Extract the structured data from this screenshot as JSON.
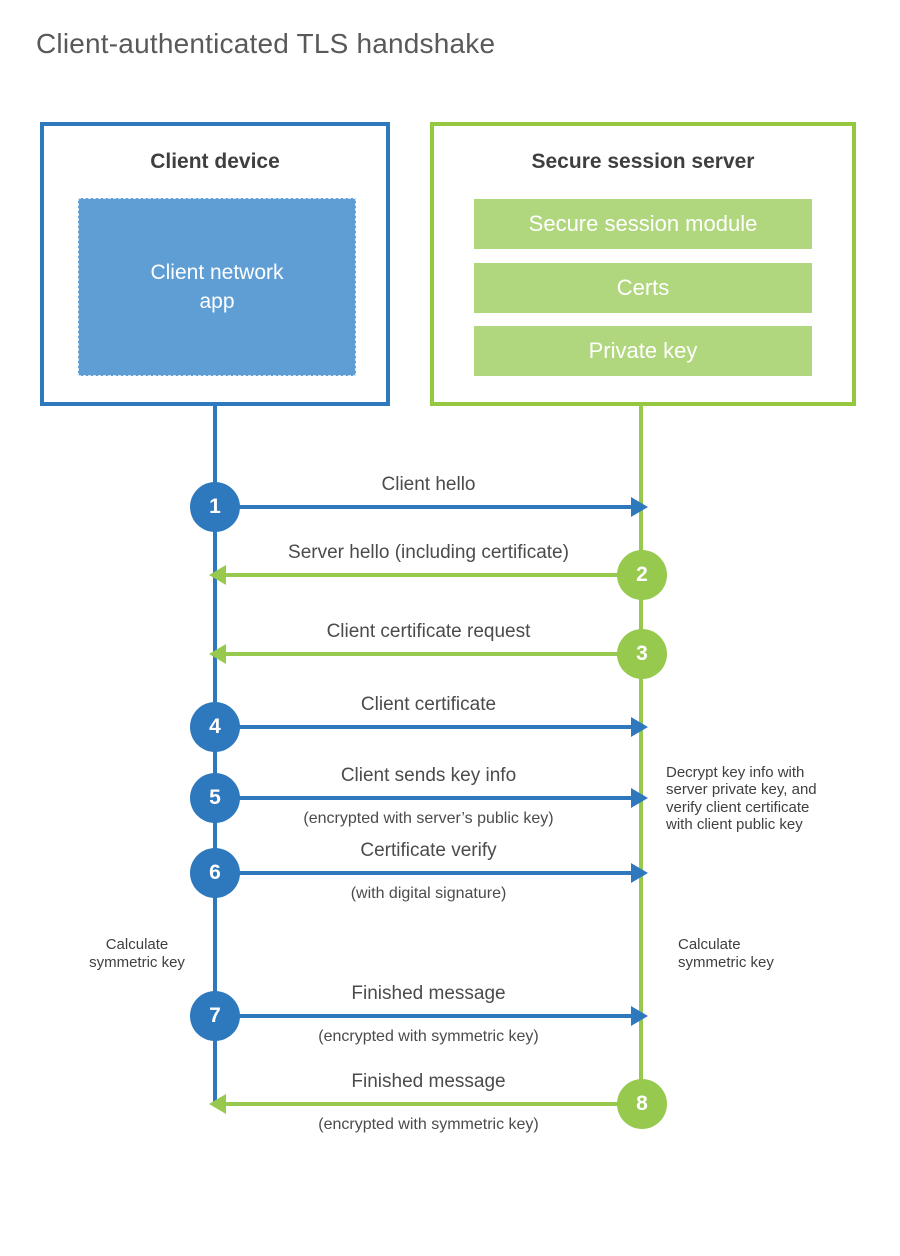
{
  "title": "Client-authenticated TLS handshake",
  "colors": {
    "client_blue": "#2e78bd",
    "client_fill_blue": "#5f9ed5",
    "server_green": "#96c94e",
    "server_fill_green": "#b1d77e",
    "text_dark": "#3f3f3f",
    "text_gray": "#595959"
  },
  "client_box": {
    "title": "Client device",
    "app_label": "Client network\napp"
  },
  "server_box": {
    "title": "Secure session server",
    "modules": [
      "Secure session module",
      "Certs",
      "Private key"
    ]
  },
  "messages": [
    {
      "step": "1",
      "from": "client",
      "label": "Client hello",
      "sublabel": ""
    },
    {
      "step": "2",
      "from": "server",
      "label": "Server hello (including certificate)",
      "sublabel": ""
    },
    {
      "step": "3",
      "from": "server",
      "label": "Client certificate request",
      "sublabel": ""
    },
    {
      "step": "4",
      "from": "client",
      "label": "Client certificate",
      "sublabel": ""
    },
    {
      "step": "5",
      "from": "client",
      "label": "Client sends key info",
      "sublabel": "(encrypted with server’s public key)"
    },
    {
      "step": "6",
      "from": "client",
      "label": "Certificate verify",
      "sublabel": "(with digital signature)"
    },
    {
      "step": "7",
      "from": "client",
      "label": "Finished message",
      "sublabel": "(encrypted with symmetric key)"
    },
    {
      "step": "8",
      "from": "server",
      "label": "Finished message",
      "sublabel": "(encrypted with symmetric key)"
    }
  ],
  "annotations": {
    "decrypt_note": "Decrypt key info with\nserver private key, and\nverify client certificate\nwith client public key",
    "calc_left": "Calculate\nsymmetric key",
    "calc_right": "Calculate\nsymmetric key"
  }
}
